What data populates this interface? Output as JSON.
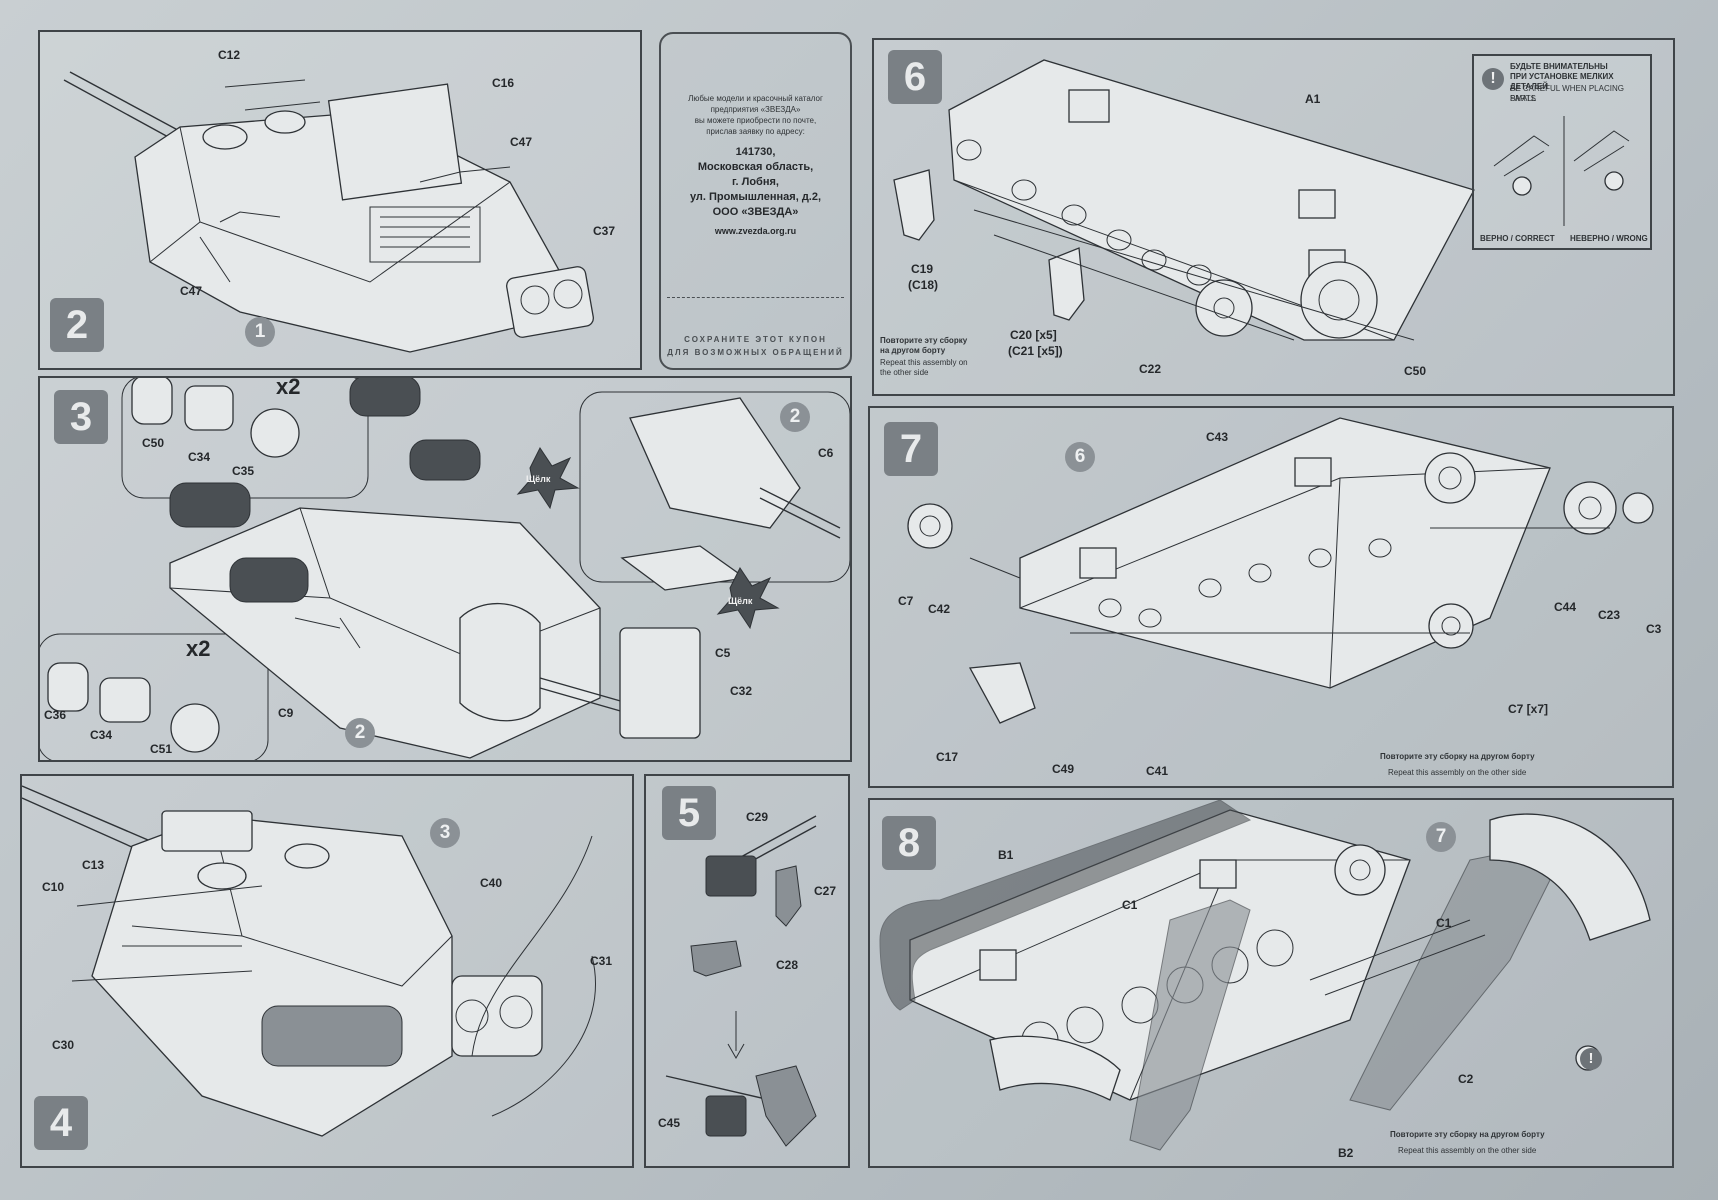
{
  "step_numbers": [
    "2",
    "3",
    "4",
    "5",
    "6",
    "7",
    "8"
  ],
  "step2": {
    "labels": {
      "c12": "C12",
      "c16": "C16",
      "c47a": "C47",
      "c47b": "C47",
      "c37": "C37"
    },
    "ref": "1"
  },
  "step3": {
    "labels": {
      "c50": "C50",
      "c34a": "C34",
      "c35": "C35",
      "c36": "C36",
      "c34b": "C34",
      "c51": "C51",
      "c9": "C9",
      "c6": "C6",
      "c5": "C5",
      "c32": "C32"
    },
    "x2": "x2",
    "click": "Щёлк",
    "refs": [
      "2",
      "2"
    ]
  },
  "step4": {
    "labels": {
      "c13": "C13",
      "c10": "C10",
      "c30": "C30",
      "c40": "C40",
      "c31": "C31"
    },
    "ref": "3"
  },
  "step5": {
    "labels": {
      "c29": "C29",
      "c27": "C27",
      "c28": "C28",
      "c45": "C45"
    }
  },
  "step6": {
    "labels": {
      "a1": "A1",
      "c19": "C19",
      "c18": "(C18)",
      "c20": "C20 [x5]",
      "c21": "(C21 [x5])",
      "c22": "C22",
      "c50": "C50"
    },
    "repeat_ru": "Повторите эту сборку на другом борту",
    "repeat_en": "Repeat this assembly on the other side"
  },
  "warning": {
    "title_ru_1": "БУДЬТЕ ВНИМАТЕЛЬНЫ",
    "title_ru_2": "ПРИ УСТАНОВКЕ МЕЛКИХ ДЕТАЛЕЙ",
    "title_en_1": "BE CAREFUL WHEN PLACING SMALL",
    "title_en_2": "PARTS",
    "correct": "ВЕРНО / CORRECT",
    "wrong": "НЕВЕРНО / WRONG"
  },
  "step7": {
    "labels": {
      "c43": "C43",
      "c7a": "C7",
      "c42": "C42",
      "c17": "C17",
      "c49": "C49",
      "c41": "C41",
      "c7b": "C7 [x7]",
      "c44": "C44",
      "c23": "C23",
      "c3": "C3"
    },
    "ref": "6",
    "repeat_ru": "Повторите эту сборку на другом борту",
    "repeat_en": "Repeat this assembly on the other side"
  },
  "step8": {
    "labels": {
      "b1": "B1",
      "c1a": "C1",
      "c1b": "C1",
      "c2": "C2",
      "b2": "B2"
    },
    "ref": "7",
    "repeat_ru": "Повторите эту сборку на другом борту",
    "repeat_en": "Repeat this assembly on the other side"
  },
  "coupon": {
    "line1": "Любые модели и красочный каталог",
    "line2": "предприятия «ЗВЕЗДА»",
    "line3": "вы можете приобрести по почте,",
    "line4": "прислав заявку по адресу:",
    "postcode": "141730,",
    "region": "Московская область,",
    "city": "г. Лобня,",
    "street": "ул. Промышленная, д.2,",
    "company": "ООО «ЗВЕЗДА»",
    "url": "www.zvezda.org.ru",
    "save1": "СОХРАНИТЕ ЭТОТ КУПОН",
    "save2": "ДЛЯ ВОЗМОЖНЫХ ОБРАЩЕНИЙ"
  },
  "colors": {
    "paper": "#c3cacd",
    "ink": "#2e3236",
    "step_badge": "#7a8085"
  }
}
